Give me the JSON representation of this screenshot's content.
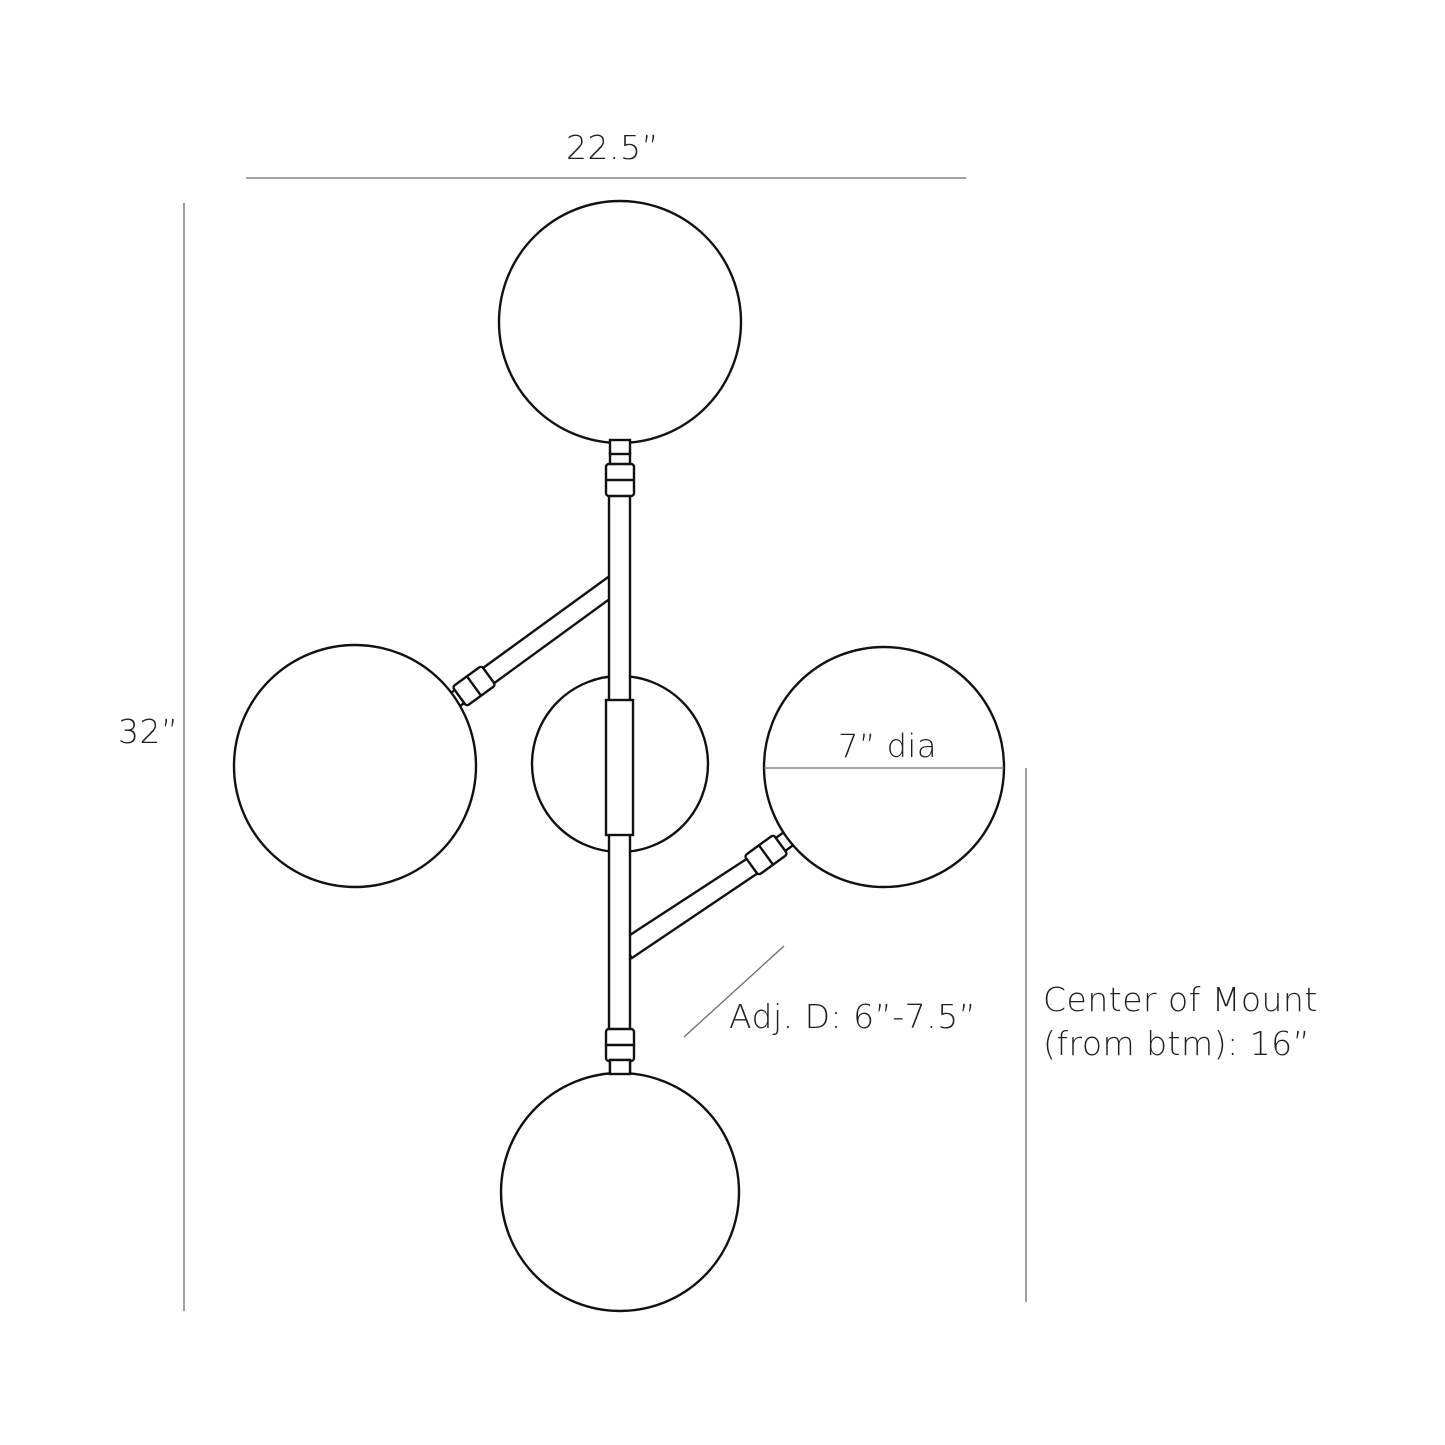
{
  "drawing": {
    "subject": "four-globe wall sconce line drawing",
    "colors": {
      "line": "#111111",
      "dimension_line": "#6b6b6b",
      "text": "#231f20",
      "background": "#ffffff"
    },
    "dimensions": {
      "width": "22.5”",
      "height": "32”",
      "globe_diameter": "7” dia",
      "adjustable_depth": "Adj. D: 6”-7.5”",
      "center_of_mount_line1": "Center of Mount",
      "center_of_mount_line2": "(from btm): 16”"
    },
    "components": {
      "globes": [
        "top-globe",
        "left-globe",
        "right-globe",
        "bottom-globe"
      ],
      "canopy": "wall-canopy",
      "stem": "center-stem",
      "arms": [
        "left-arm",
        "right-arm"
      ]
    }
  }
}
